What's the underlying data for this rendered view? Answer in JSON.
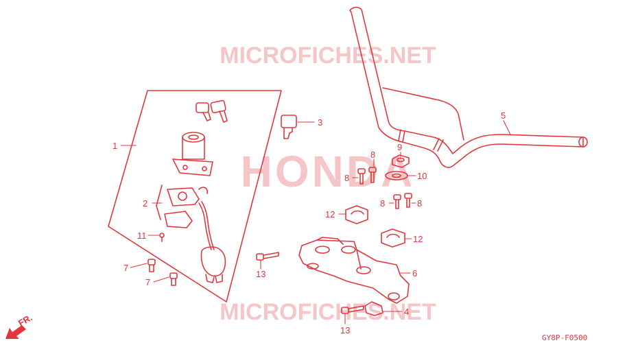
{
  "watermarks": {
    "top": "MICROFICHES.NET",
    "center": "HONDA",
    "bottom": "MICROFICHES.NET"
  },
  "diagram_code": "GY8P-F0500",
  "front_marker": "FR.",
  "callouts": {
    "c1": "1",
    "c2": "2",
    "c3": "3",
    "c4": "4",
    "c5": "5",
    "c6": "6",
    "c7a": "7",
    "c7b": "7",
    "c8a": "8",
    "c8b": "8",
    "c8c": "8",
    "c8d": "8",
    "c9": "9",
    "c10": "10",
    "c11": "11",
    "c12a": "12",
    "c12b": "12",
    "c13a": "13",
    "c13b": "13"
  },
  "colors": {
    "line": "#e2363c",
    "watermark": "#f4c6c8"
  }
}
